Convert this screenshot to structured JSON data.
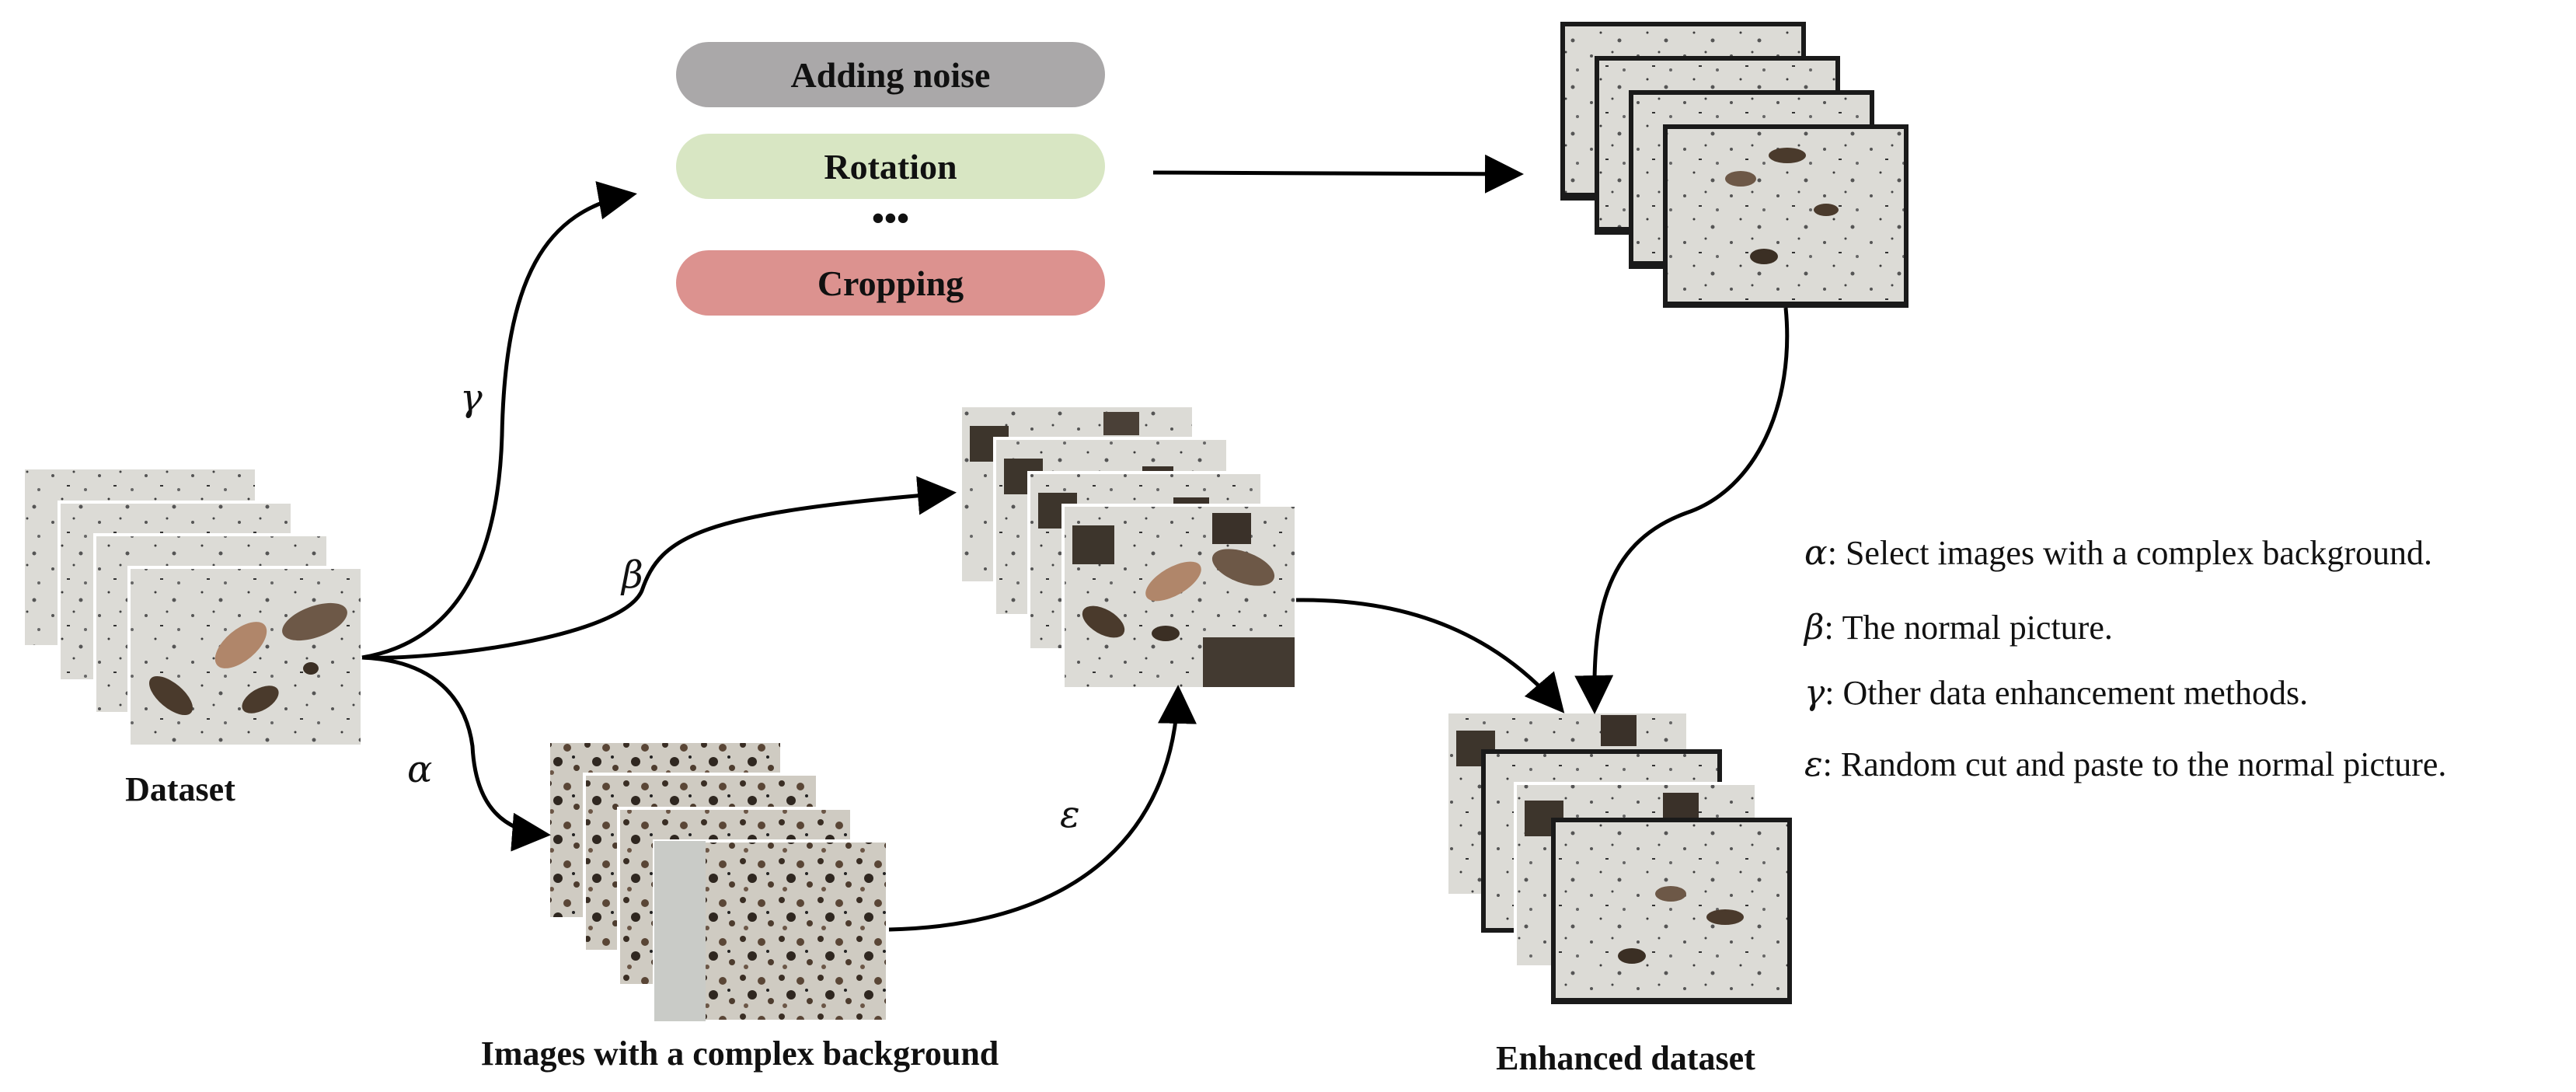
{
  "augment_methods": [
    {
      "label": "Adding noise",
      "color": "#aaa8a9"
    },
    {
      "label": "Rotation",
      "color": "#d8e6c3"
    },
    {
      "label": "Cropping",
      "color": "#dc928f"
    }
  ],
  "ellipsis": "•••",
  "captions": {
    "dataset": "Dataset",
    "complex": "Images with a complex background",
    "enhanced": "Enhanced dataset"
  },
  "edge_labels": {
    "gamma": "γ",
    "beta": "β",
    "alpha": "α",
    "epsilon": "ε"
  },
  "legend": [
    {
      "symbol": "α",
      "text": ": Select images with a complex background."
    },
    {
      "symbol": "β",
      "text": ": The normal picture."
    },
    {
      "symbol": "γ",
      "text": ": Other data enhancement methods."
    },
    {
      "symbol": "ε",
      "text": ": Random cut and paste to the normal picture."
    }
  ],
  "colors": {
    "photo_background": "#d9d8d3",
    "photo_dark_background": "#c9c6be",
    "insect_dark": "#4a3a2c",
    "insect_light": "#b0866a",
    "arrow": "#000000"
  }
}
